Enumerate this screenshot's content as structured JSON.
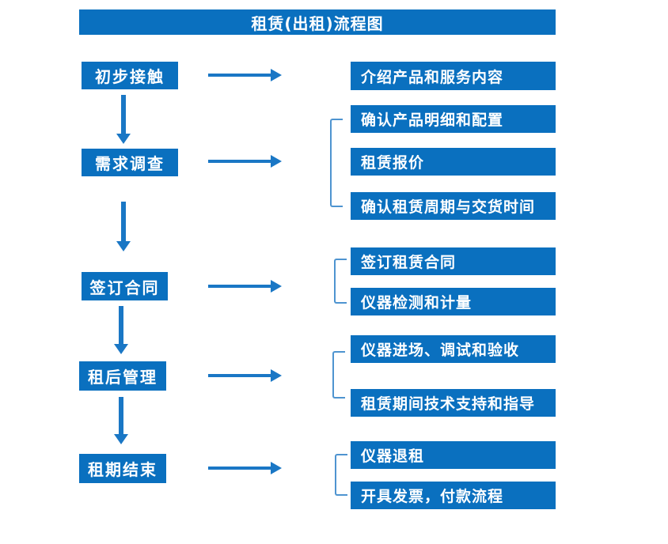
{
  "title": "租赁(出租)流程图",
  "colors": {
    "box_blue": "#0a70bf",
    "arrow_blue": "#1a77c5",
    "bracket_blue": "#4e94d0",
    "text_white": "#ffffff"
  },
  "steps": [
    {
      "label": "初步接触",
      "outputs": [
        "介绍产品和服务内容"
      ]
    },
    {
      "label": "需求调查",
      "outputs": [
        "确认产品明细和配置",
        "租赁报价",
        "确认租赁周期与交货时间"
      ]
    },
    {
      "label": "签订合同",
      "outputs": [
        "签订租赁合同",
        "仪器检测和计量"
      ]
    },
    {
      "label": "租后管理",
      "outputs": [
        "仪器进场、调试和验收",
        "租赁期间技术支持和指导"
      ]
    },
    {
      "label": "租期结束",
      "outputs": [
        "仪器退租",
        "开具发票，付款流程"
      ]
    }
  ]
}
